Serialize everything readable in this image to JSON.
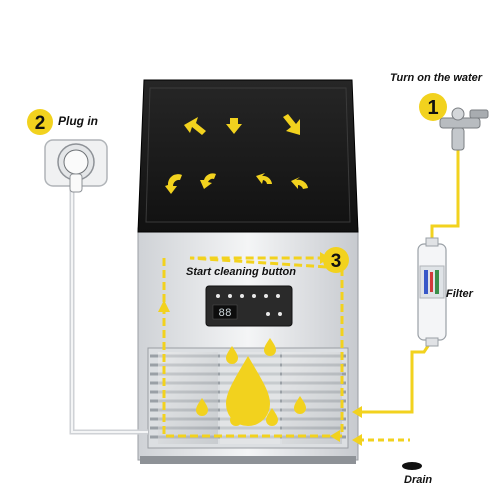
{
  "steps": [
    {
      "number": "1",
      "label": "Turn on the water"
    },
    {
      "number": "2",
      "label": "Plug in"
    },
    {
      "number": "3",
      "label": "Start cleaning button"
    }
  ],
  "labels": {
    "filter": "Filter",
    "drain": "Drain"
  },
  "display": {
    "readout": "88"
  },
  "colors": {
    "accent": "#f2d21e",
    "lid": "#1b1b1b",
    "body": "#e9eaec",
    "panel": "#2a2a2a"
  },
  "icons": [
    "arrow-icon",
    "water-drop-icon",
    "power-plug-icon",
    "faucet-icon",
    "filter-cartridge-icon",
    "drain-icon"
  ]
}
